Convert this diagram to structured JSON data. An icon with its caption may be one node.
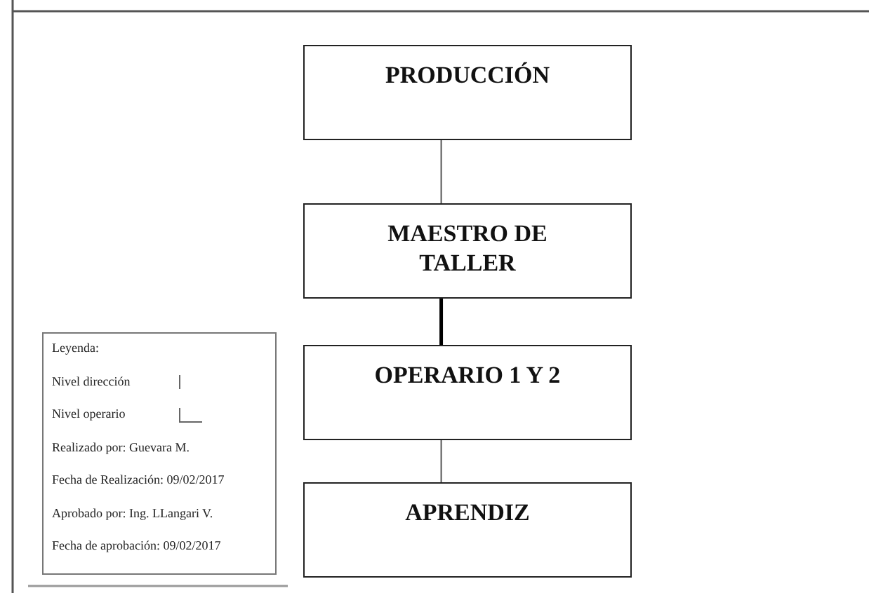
{
  "diagram": {
    "nodes": [
      {
        "text": [
          "PRODUCCIÓN"
        ]
      },
      {
        "text": [
          "MAESTRO DE TALLER"
        ]
      },
      {
        "text": [
          "OPERARIO 1 Y 2"
        ]
      },
      {
        "text": [
          "APRENDIZ"
        ]
      }
    ],
    "edges": [
      {
        "from": 0,
        "to": 1,
        "arrow": "none"
      },
      {
        "from": 1,
        "to": 2,
        "arrow": "none",
        "style": "thick"
      },
      {
        "from": 2,
        "to": 3,
        "arrow": "none"
      }
    ],
    "labels": [
      "Leyenda:",
      "Realizado por: Guevara M.",
      "Fecha de Realización: 09/02/2017",
      "Aprobado por: Ing. LLangari V.",
      "Fecha de aprobación: 09/02/2017"
    ],
    "legend": [
      {
        "text": "Nivel dirección"
      },
      {
        "text": "Nivel operario"
      }
    ]
  }
}
